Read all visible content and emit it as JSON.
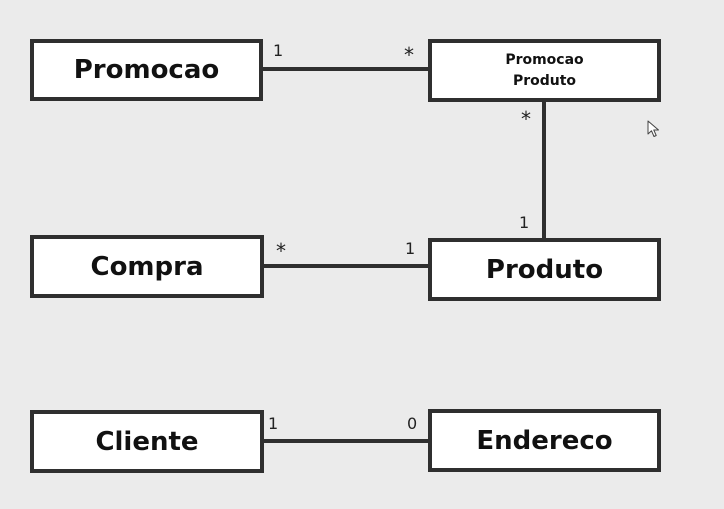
{
  "diagram": {
    "entities": {
      "promocao": {
        "label": "Promocao"
      },
      "promocao_produto": {
        "label": "Promocao\nProduto"
      },
      "compra": {
        "label": "Compra"
      },
      "produto": {
        "label": "Produto"
      },
      "cliente": {
        "label": "Cliente"
      },
      "endereco": {
        "label": "Endereco"
      }
    },
    "relations": {
      "promocao_promocaoproduto": {
        "from": "Promocao",
        "to": "Promocao Produto",
        "from_card": "1",
        "to_card": "*"
      },
      "promocaoproduto_produto": {
        "from": "Promocao Produto",
        "to": "Produto",
        "from_card": "*",
        "to_card": "1"
      },
      "compra_produto": {
        "from": "Compra",
        "to": "Produto",
        "from_card": "*",
        "to_card": "1"
      },
      "cliente_endereco": {
        "from": "Cliente",
        "to": "Endereco",
        "from_card": "1",
        "to_card": "0"
      }
    }
  },
  "colors": {
    "background": "#ebebeb",
    "box_fill": "#ffffff",
    "stroke": "#2f2f2f"
  },
  "icons": {
    "cursor": "mouse-pointer-icon"
  }
}
